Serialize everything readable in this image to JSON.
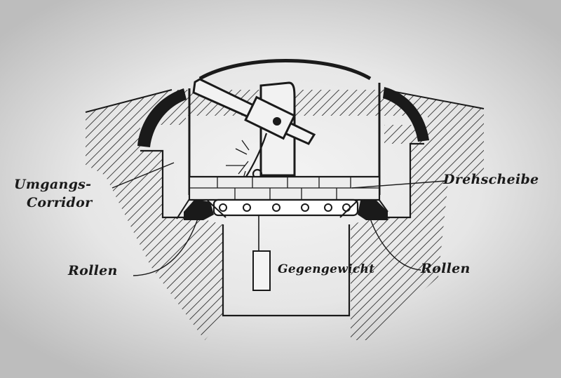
{
  "labels": {
    "umgangs": "Umgangs-",
    "corridor": "Corridor",
    "drehscheibe": "Drehscheibe",
    "rollen_left": "Rollen",
    "rollen_right": "Rollen",
    "gegengewicht": "Gegengewicht"
  },
  "colors": {
    "ink": "#1a1a1a",
    "paper": "#ececec"
  }
}
